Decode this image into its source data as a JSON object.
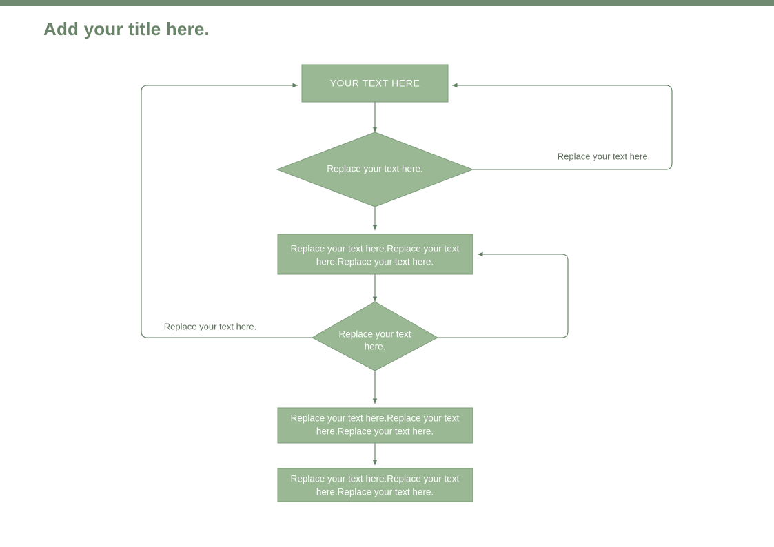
{
  "theme": {
    "accent_bar_color": "#6f8a70",
    "title_color": "#6a8469",
    "shape_fill": "#9ab894",
    "shape_stroke": "#7d9c7b",
    "connector_color": "#5f7e60",
    "shape_text_color": "#ffffff",
    "edge_label_color": "#5f6f5c",
    "background": "#ffffff"
  },
  "header": {
    "title": "Add your title here."
  },
  "diagram": {
    "type": "flowchart",
    "nodes": [
      {
        "id": "node-1",
        "kind": "process",
        "label": "YOUR TEXT HERE"
      },
      {
        "id": "node-2",
        "kind": "decision",
        "label": "Replace your text here."
      },
      {
        "id": "node-3",
        "kind": "process",
        "label_line_1": "Replace your text here.Replace your text",
        "label_line_2": "here.Replace your text here."
      },
      {
        "id": "node-4",
        "kind": "decision",
        "label_line_1": "Replace your text",
        "label_line_2": "here."
      },
      {
        "id": "node-5",
        "kind": "process",
        "label_line_1": "Replace your text here.Replace your text",
        "label_line_2": "here.Replace your text here."
      },
      {
        "id": "node-6",
        "kind": "process",
        "label_line_1": "Replace your text here.Replace your text",
        "label_line_2": "here.Replace your text here."
      }
    ],
    "edge_labels": [
      {
        "id": "edge-label-right",
        "text": "Replace your text here."
      },
      {
        "id": "edge-label-left",
        "text": "Replace your text here."
      }
    ]
  }
}
